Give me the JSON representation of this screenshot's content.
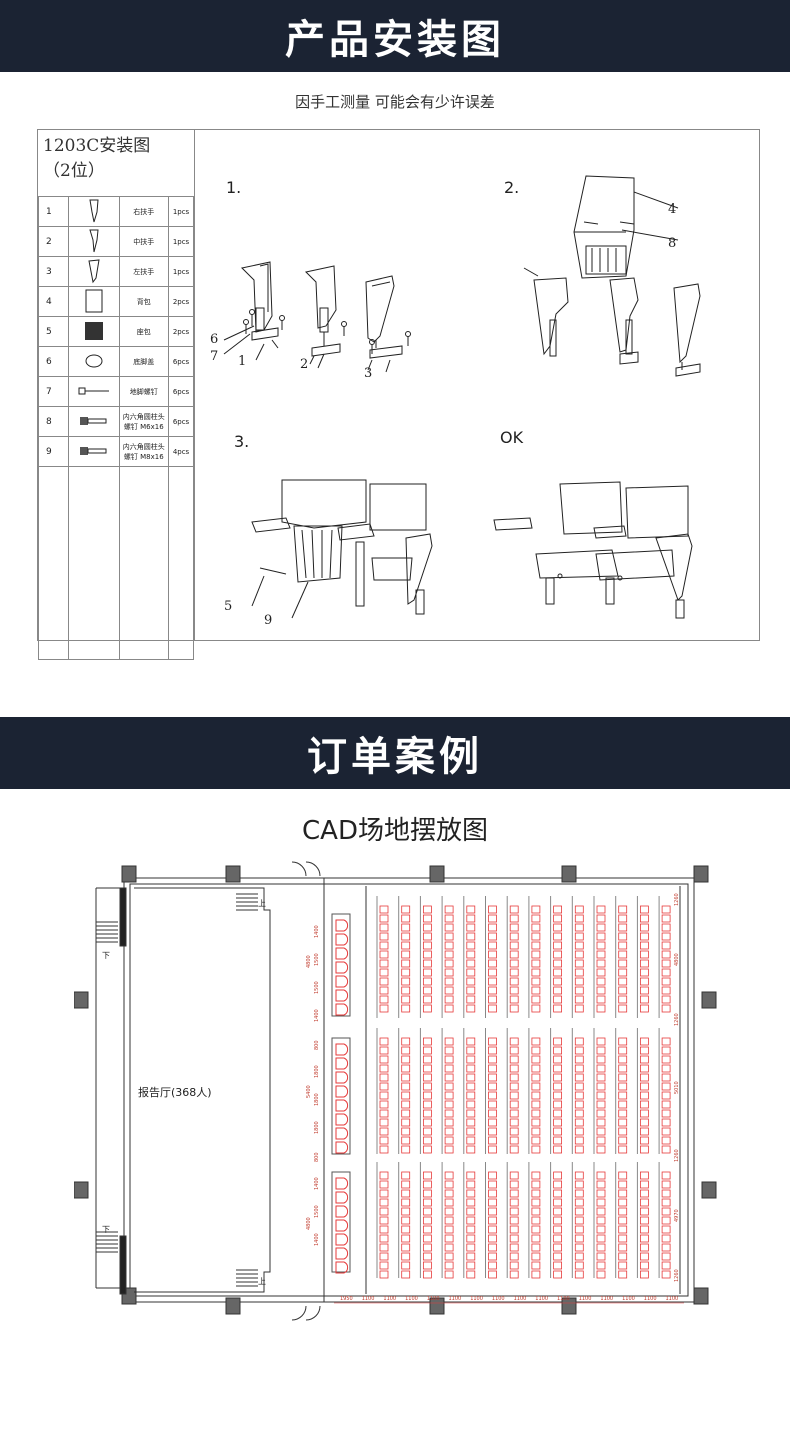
{
  "section1": {
    "title": "产品安装图",
    "subtitle": "因手工测量 可能会有少许误差"
  },
  "install": {
    "model_line1": "1203C安装图",
    "model_line2": "（2位）",
    "parts": [
      {
        "num": "1",
        "name": "右扶手",
        "qty": "1pcs"
      },
      {
        "num": "2",
        "name": "中扶手",
        "qty": "1pcs"
      },
      {
        "num": "3",
        "name": "左扶手",
        "qty": "1pcs"
      },
      {
        "num": "4",
        "name": "背包",
        "qty": "2pcs"
      },
      {
        "num": "5",
        "name": "座包",
        "qty": "2pcs"
      },
      {
        "num": "6",
        "name": "底脚盖",
        "qty": "6pcs"
      },
      {
        "num": "7",
        "name": "地脚螺钉",
        "qty": "6pcs"
      },
      {
        "num": "8",
        "name": "内六角圆柱头螺钉 M6x16",
        "qty": "6pcs"
      },
      {
        "num": "9",
        "name": "内六角圆柱头螺钉 M8x16",
        "qty": "4pcs"
      }
    ],
    "steps": [
      "1.",
      "2.",
      "3.",
      "OK"
    ],
    "callouts": {
      "c1": "1",
      "c2": "2",
      "c3": "3",
      "c4": "4",
      "c5": "5",
      "c6": "6",
      "c7": "7",
      "c8": "8",
      "c9": "9"
    }
  },
  "section2": {
    "title": "订单案例",
    "cad_title": "CAD场地摆放图",
    "hall_label": "报告厅(368人)",
    "stair_up": "上",
    "stair_down": "下",
    "dims_left": [
      "1400",
      "1500",
      "1500",
      "1400",
      "800",
      "1800",
      "1800",
      "1800",
      "800",
      "1400",
      "1500",
      "1400"
    ],
    "dims_section": [
      "4800",
      "5400",
      "4800"
    ],
    "dims_right": [
      "1260",
      "4800",
      "1260",
      "5010",
      "1260",
      "4970",
      "1260"
    ],
    "dims_bottom": [
      "1950",
      "1100",
      "1100",
      "1100",
      "1100",
      "1100",
      "1100",
      "1100",
      "1100",
      "1100",
      "1100",
      "1100",
      "1100",
      "1100",
      "1100",
      "1100"
    ]
  },
  "colors": {
    "banner": "#1b2333",
    "seat": "#e63a3a",
    "line": "#333333"
  }
}
